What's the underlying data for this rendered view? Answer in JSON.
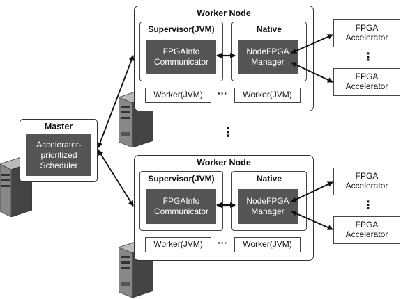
{
  "master": {
    "title": "Master",
    "scheduler": "Accelerator-\nprioritized\nScheduler"
  },
  "worker_nodes": [
    {
      "title": "Worker Node",
      "supervisor_title": "Supervisor(JVM)",
      "communicator": "FPGAInfo\nCommunicator",
      "native_title": "Native",
      "manager": "NodeFPGA\nManager",
      "workers": [
        "Worker(JVM)",
        "Worker(JVM)"
      ],
      "worker_ellipsis": "···",
      "accelerators": [
        "FPGA\nAccelerator",
        "FPGA\nAccelerator"
      ],
      "accel_ellipsis": "⋮"
    },
    {
      "title": "Worker Node",
      "supervisor_title": "Supervisor(JVM)",
      "communicator": "FPGAInfo\nCommunicator",
      "native_title": "Native",
      "manager": "NodeFPGA\nManager",
      "workers": [
        "Worker(JVM)",
        "Worker(JVM)"
      ],
      "worker_ellipsis": "···",
      "accelerators": [
        "FPGA\nAccelerator",
        "FPGA\nAccelerator"
      ],
      "accel_ellipsis": "⋮"
    }
  ],
  "between_nodes_ellipsis": "⋮"
}
